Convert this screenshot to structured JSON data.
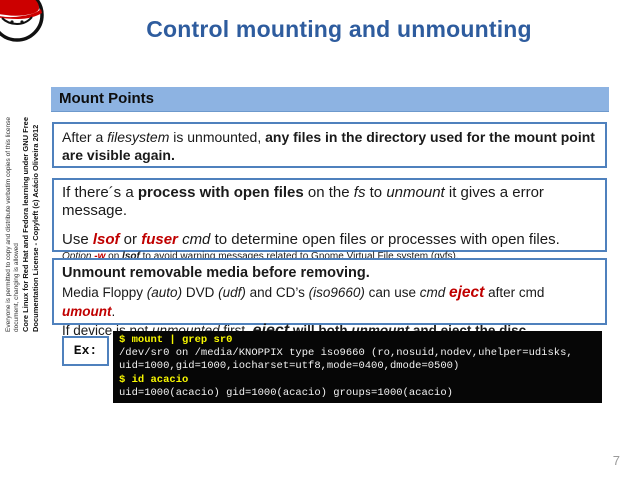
{
  "header": {
    "title": "Control mounting and unmounting"
  },
  "icons": {
    "logo": "redhat-shadowman-logo"
  },
  "colors": {
    "title_blue": "#2e5c9e",
    "section_bar_blue": "#8db3e2",
    "box_border_blue": "#4f81bd",
    "emphasis_red": "#c00000",
    "terminal_background": "#060606",
    "terminal_command_yellow": "#f8f800",
    "terminal_output_white": "#f2f2f2"
  },
  "sidebar": {
    "note": "Everyone is permitted to copy and distribute verbatim copies of this license document, changing is allowed",
    "license": "Core Linux for Red Hat and Fedora learning under GNU Free Documentation License - Copyleft (c) Acácio Oliveira 2012"
  },
  "section": {
    "header": "Mount Points"
  },
  "boxes": {
    "box1": {
      "p1": [
        {
          "t": "After a "
        },
        {
          "t": "filesystem",
          "c": "i"
        },
        {
          "t": " is unmounted, "
        },
        {
          "t": "any files in the directory used for the mount point are visible again.",
          "c": "b"
        }
      ]
    },
    "box2": {
      "p1": [
        {
          "t": "If there´s a "
        },
        {
          "t": "process with open files",
          "c": "b"
        },
        {
          "t": " on the "
        },
        {
          "t": "fs",
          "c": "i"
        },
        {
          "t": " to "
        },
        {
          "t": "unmount",
          "c": "i"
        },
        {
          "t": " it gives a error message."
        }
      ],
      "p2": [
        {
          "t": "Use "
        },
        {
          "t": "lsof",
          "c": "b i red"
        },
        {
          "t": " or "
        },
        {
          "t": "fuser",
          "c": "b i red"
        },
        {
          "t": " "
        },
        {
          "t": "cmd",
          "c": "i"
        },
        {
          "t": " to determine open files or processes with open files."
        }
      ],
      "p3": [
        {
          "t": "Option ",
          "c": "i"
        },
        {
          "t": "-w",
          "c": "b i red"
        },
        {
          "t": " on "
        },
        {
          "t": "lsof",
          "c": "b i"
        },
        {
          "t": " to avoid warning messages related to Gnome Virtual File system (gvfs)."
        }
      ]
    },
    "box3": {
      "p1": [
        {
          "t": "Unmount removable media before removing.",
          "c": "b"
        }
      ],
      "p2": [
        {
          "t": "Media Floppy "
        },
        {
          "t": "(auto)",
          "c": "i"
        },
        {
          "t": " DVD "
        },
        {
          "t": "(udf)",
          "c": "i"
        },
        {
          "t": " and CD’s "
        },
        {
          "t": "(iso9660)",
          "c": "i"
        },
        {
          "t": " can use "
        },
        {
          "t": "cmd ",
          "c": "i"
        },
        {
          "t": "eject",
          "c": "b i red lg"
        },
        {
          "t": " after cmd "
        },
        {
          "t": "umount",
          "c": "b i red"
        },
        {
          "t": "."
        }
      ],
      "p3": [
        {
          "t": "If device is not "
        },
        {
          "t": "unmounted",
          "c": "i"
        },
        {
          "t": " first, "
        },
        {
          "t": "eject",
          "c": "b i lg2"
        },
        {
          "t": " will both ",
          "c": "b"
        },
        {
          "t": "unmount",
          "c": "b i"
        },
        {
          "t": " and eject the disc.",
          "c": "b"
        }
      ]
    }
  },
  "example": {
    "label": "Ex:",
    "terminal_lines": [
      {
        "text": "$ mount | grep sr0",
        "style": "cmd"
      },
      {
        "text": "/dev/sr0 on /media/KNOPPIX type iso9660 (ro,nosuid,nodev,uhelper=udisks,",
        "style": "out"
      },
      {
        "text": "uid=1000,gid=1000,iocharset=utf8,mode=0400,dmode=0500)",
        "style": "out"
      },
      {
        "text": "$ id acacio",
        "style": "cmd"
      },
      {
        "text": "uid=1000(acacio) gid=1000(acacio) groups=1000(acacio)",
        "style": "out"
      }
    ]
  },
  "footer": {
    "page_number": "7"
  }
}
